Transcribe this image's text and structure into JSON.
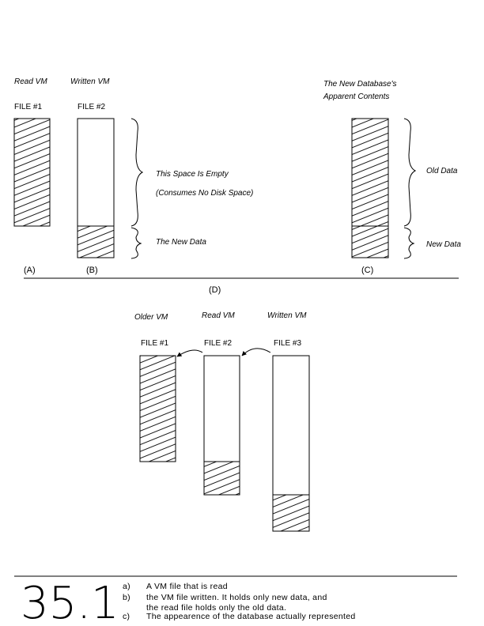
{
  "top": {
    "file_a": {
      "role": "Read VM",
      "name": "FILE #1",
      "letter": "(A)"
    },
    "file_b": {
      "role": "Written VM",
      "name": "FILE #2",
      "letter": "(B)"
    },
    "file_c": {
      "title_line1": "The New Database's",
      "title_line2": "Apparent Contents",
      "letter": "(C)"
    },
    "annotations": {
      "empty_line1": "This Space Is Empty",
      "empty_line2": "(Consumes No Disk Space)",
      "new_data": "The New Data",
      "old_data": "Old Data",
      "new_data_c": "New Data"
    },
    "section_label": "(D)"
  },
  "bottom": {
    "file_1": {
      "role": "Older VM",
      "name": "FILE #1"
    },
    "file_2": {
      "role": "Read VM",
      "name": "FILE #2"
    },
    "file_3": {
      "role": "Written VM",
      "name": "FILE #3"
    }
  },
  "caption": {
    "figure_number": "35.1",
    "items": [
      {
        "marker": "a)",
        "lines": [
          "A VM file that is read"
        ]
      },
      {
        "marker": "b)",
        "lines": [
          "the VM file written. It holds only new data, and",
          "the read file holds only the old data."
        ]
      },
      {
        "marker": "c)",
        "lines": [
          "The appearence of the database actually represented"
        ]
      }
    ]
  }
}
